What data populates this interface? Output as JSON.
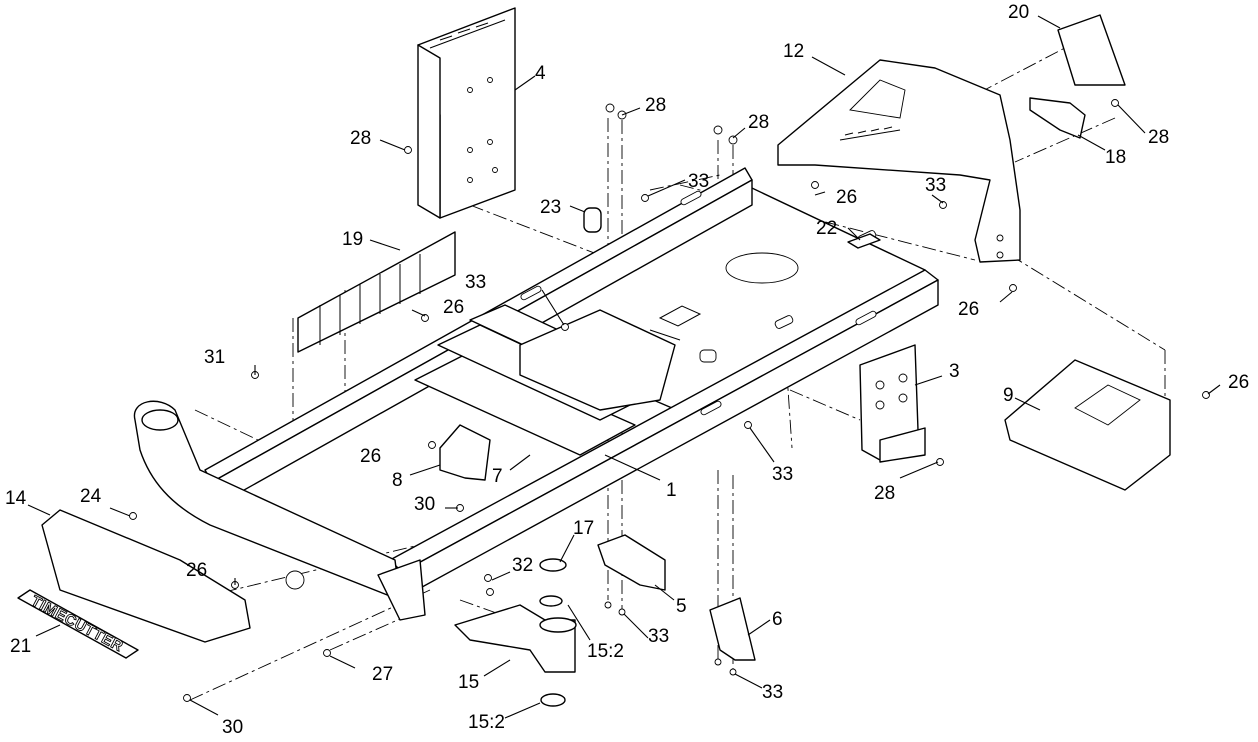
{
  "diagram": {
    "callouts": [
      {
        "id": "c1",
        "text": "1"
      },
      {
        "id": "c3",
        "text": "3"
      },
      {
        "id": "c4",
        "text": "4"
      },
      {
        "id": "c5",
        "text": "5"
      },
      {
        "id": "c6",
        "text": "6"
      },
      {
        "id": "c7",
        "text": "7"
      },
      {
        "id": "c8",
        "text": "8"
      },
      {
        "id": "c9",
        "text": "9"
      },
      {
        "id": "c12",
        "text": "12"
      },
      {
        "id": "c14",
        "text": "14"
      },
      {
        "id": "c15",
        "text": "15"
      },
      {
        "id": "c15b",
        "text": "15:2"
      },
      {
        "id": "c15c",
        "text": "15:2"
      },
      {
        "id": "c17",
        "text": "17"
      },
      {
        "id": "c18",
        "text": "18"
      },
      {
        "id": "c19",
        "text": "19"
      },
      {
        "id": "c20",
        "text": "20"
      },
      {
        "id": "c21",
        "text": "21"
      },
      {
        "id": "c22",
        "text": "22"
      },
      {
        "id": "c23",
        "text": "23"
      },
      {
        "id": "c24",
        "text": "24"
      },
      {
        "id": "c26a",
        "text": "26"
      },
      {
        "id": "c26b",
        "text": "26"
      },
      {
        "id": "c26c",
        "text": "26"
      },
      {
        "id": "c26d",
        "text": "26"
      },
      {
        "id": "c26e",
        "text": "26"
      },
      {
        "id": "c26f",
        "text": "26"
      },
      {
        "id": "c27",
        "text": "27"
      },
      {
        "id": "c28a",
        "text": "28"
      },
      {
        "id": "c28b",
        "text": "28"
      },
      {
        "id": "c28c",
        "text": "28"
      },
      {
        "id": "c28d",
        "text": "28"
      },
      {
        "id": "c28e",
        "text": "28"
      },
      {
        "id": "c30a",
        "text": "30"
      },
      {
        "id": "c30b",
        "text": "30"
      },
      {
        "id": "c31",
        "text": "31"
      },
      {
        "id": "c32",
        "text": "32"
      },
      {
        "id": "c33a",
        "text": "33"
      },
      {
        "id": "c33b",
        "text": "33"
      },
      {
        "id": "c33c",
        "text": "33"
      },
      {
        "id": "c33d",
        "text": "33"
      },
      {
        "id": "c33e",
        "text": "33"
      },
      {
        "id": "c33f",
        "text": "33"
      }
    ],
    "decal_text": "TIMECUTTER"
  }
}
